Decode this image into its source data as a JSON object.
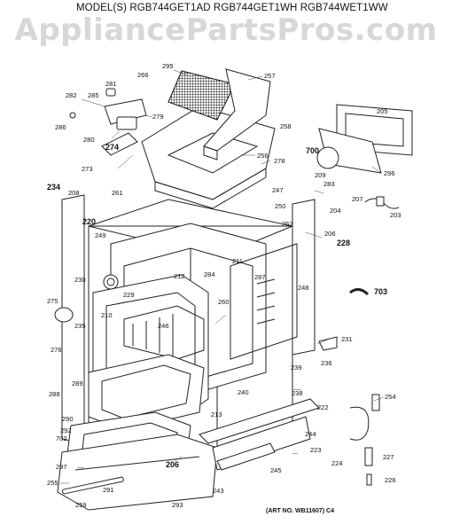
{
  "header": {
    "model_line": "MODEL(S) RGB744GET1AD RGB744GET1WH RGB744WET1WW",
    "watermark": "AppliancePartsPros.com"
  },
  "footer": {
    "art_no": "(ART NO. WB11607) C4"
  },
  "callouts": [
    {
      "label": "266",
      "bold": false
    },
    {
      "label": "295",
      "bold": false
    },
    {
      "label": "257",
      "bold": false
    },
    {
      "label": "281",
      "bold": false
    },
    {
      "label": "282",
      "bold": false
    },
    {
      "label": "285",
      "bold": false
    },
    {
      "label": "279",
      "bold": false
    },
    {
      "label": "286",
      "bold": false
    },
    {
      "label": "280",
      "bold": false
    },
    {
      "label": "274",
      "bold": true
    },
    {
      "label": "258",
      "bold": false
    },
    {
      "label": "700",
      "bold": true
    },
    {
      "label": "205",
      "bold": false
    },
    {
      "label": "273",
      "bold": false
    },
    {
      "label": "256",
      "bold": false
    },
    {
      "label": "278",
      "bold": false
    },
    {
      "label": "209",
      "bold": false
    },
    {
      "label": "296",
      "bold": false
    },
    {
      "label": "234",
      "bold": true
    },
    {
      "label": "208",
      "bold": false
    },
    {
      "label": "261",
      "bold": false
    },
    {
      "label": "247",
      "bold": false
    },
    {
      "label": "283",
      "bold": false
    },
    {
      "label": "204",
      "bold": false
    },
    {
      "label": "207",
      "bold": false
    },
    {
      "label": "220",
      "bold": true
    },
    {
      "label": "250",
      "bold": false
    },
    {
      "label": "262",
      "bold": false
    },
    {
      "label": "203",
      "bold": false
    },
    {
      "label": "249",
      "bold": false
    },
    {
      "label": "206",
      "bold": false
    },
    {
      "label": "228",
      "bold": true
    },
    {
      "label": "211",
      "bold": false
    },
    {
      "label": "230",
      "bold": false
    },
    {
      "label": "212",
      "bold": false
    },
    {
      "label": "284",
      "bold": false
    },
    {
      "label": "287",
      "bold": false
    },
    {
      "label": "248",
      "bold": false
    },
    {
      "label": "703",
      "bold": true
    },
    {
      "label": "229",
      "bold": false
    },
    {
      "label": "275",
      "bold": false
    },
    {
      "label": "260",
      "bold": false
    },
    {
      "label": "210",
      "bold": false
    },
    {
      "label": "246",
      "bold": false
    },
    {
      "label": "235",
      "bold": false
    },
    {
      "label": "276",
      "bold": false
    },
    {
      "label": "231",
      "bold": false
    },
    {
      "label": "239",
      "bold": false
    },
    {
      "label": "236",
      "bold": false
    },
    {
      "label": "289",
      "bold": false
    },
    {
      "label": "288",
      "bold": false
    },
    {
      "label": "240",
      "bold": false
    },
    {
      "label": "238",
      "bold": false
    },
    {
      "label": "254",
      "bold": false
    },
    {
      "label": "290",
      "bold": false
    },
    {
      "label": "213",
      "bold": false
    },
    {
      "label": "222",
      "bold": false
    },
    {
      "label": "292",
      "bold": false
    },
    {
      "label": "702",
      "bold": false
    },
    {
      "label": "244",
      "bold": false
    },
    {
      "label": "223",
      "bold": false
    },
    {
      "label": "227",
      "bold": false
    },
    {
      "label": "224",
      "bold": false
    },
    {
      "label": "297",
      "bold": false
    },
    {
      "label": "206",
      "bold": true
    },
    {
      "label": "245",
      "bold": false
    },
    {
      "label": "255",
      "bold": false
    },
    {
      "label": "291",
      "bold": false
    },
    {
      "label": "243",
      "bold": false
    },
    {
      "label": "226",
      "bold": false
    },
    {
      "label": "259",
      "bold": false
    },
    {
      "label": "293",
      "bold": false
    }
  ]
}
